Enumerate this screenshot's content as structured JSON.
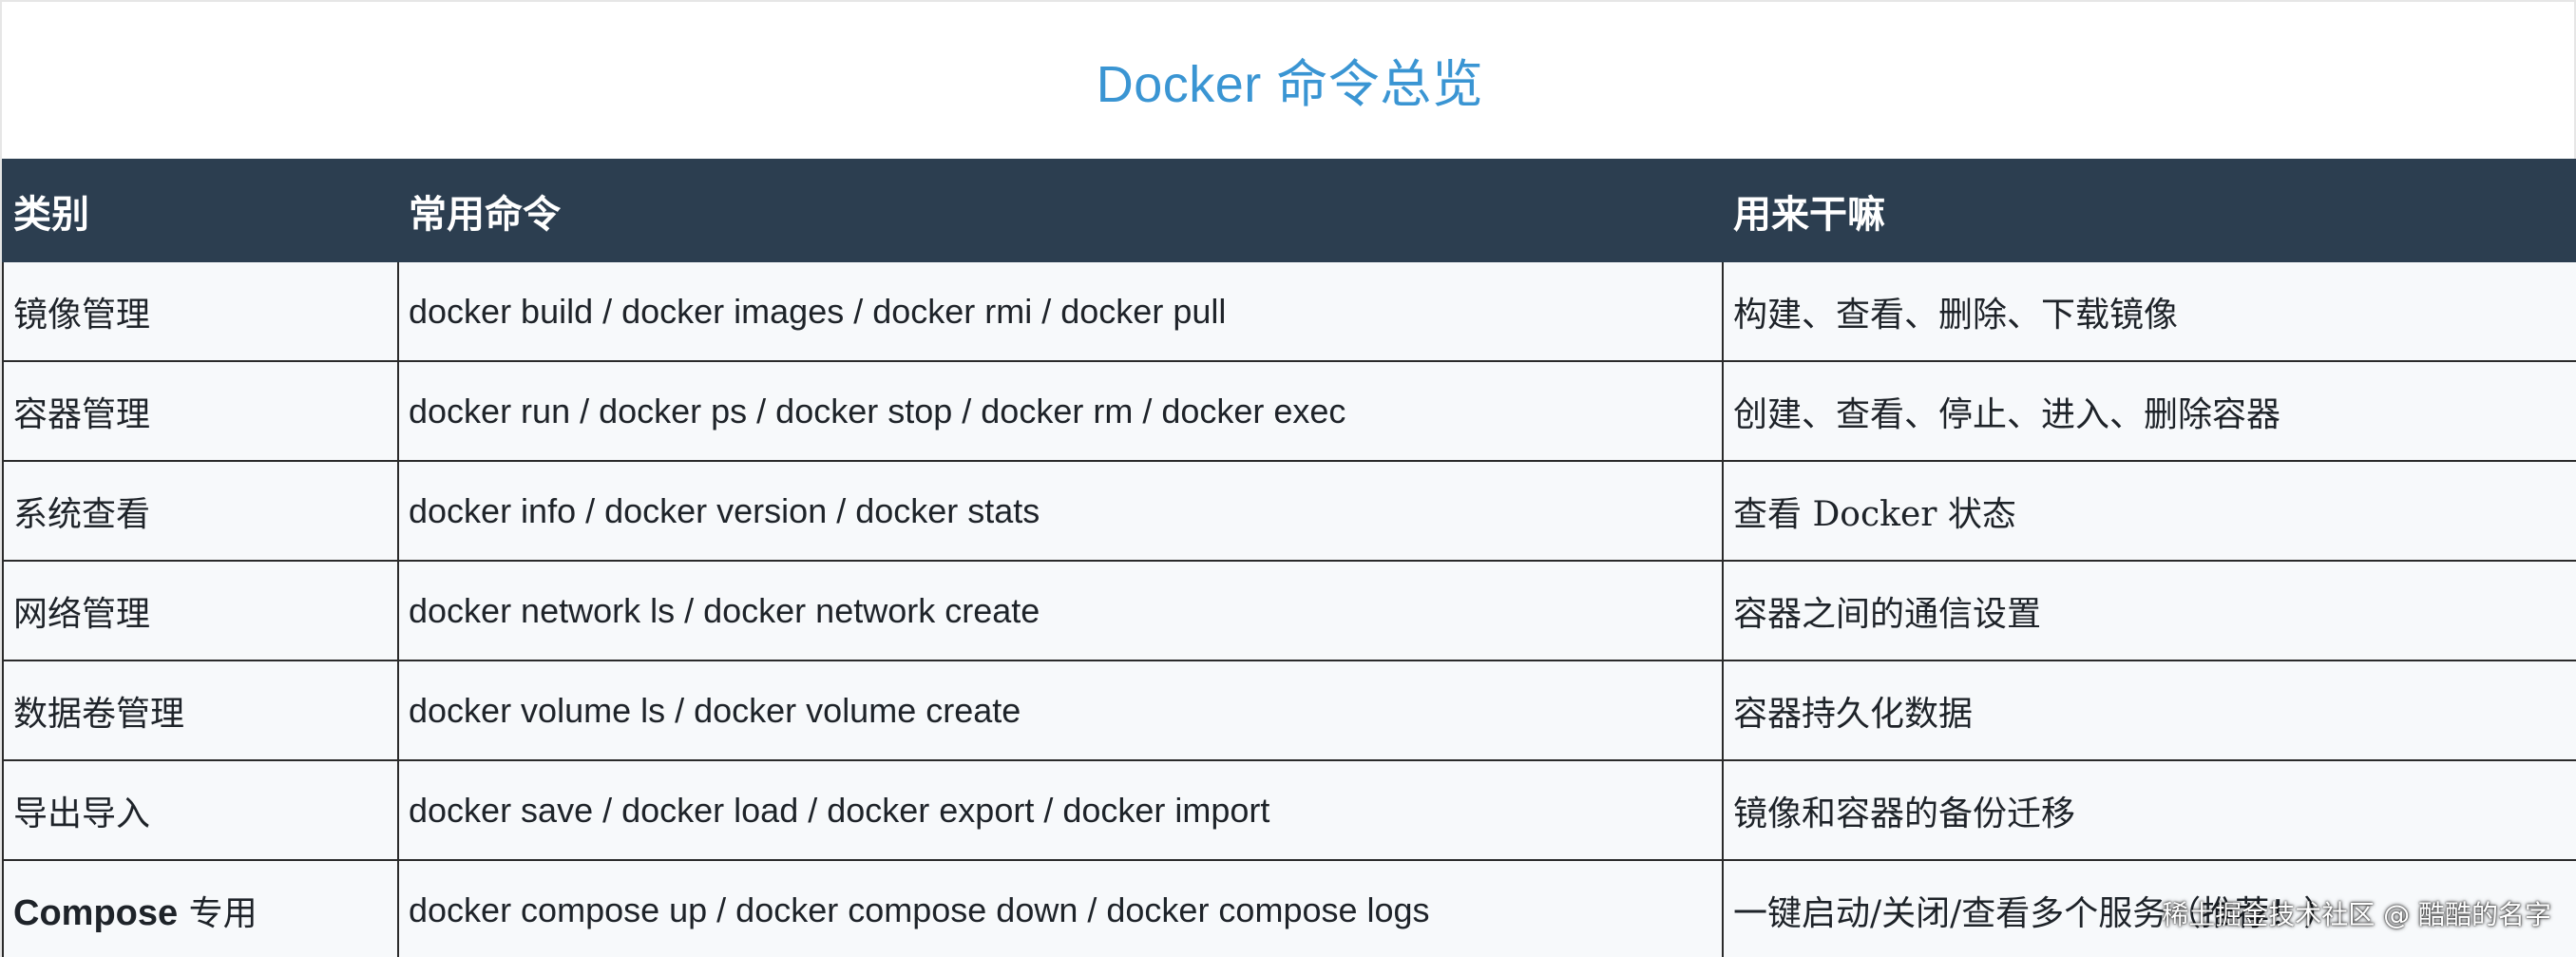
{
  "document": {
    "title": "Docker 命令总览",
    "title_color": "#3a95d3",
    "header_bg": "#2c3e50"
  },
  "table": {
    "headers": [
      "类别",
      "常用命令",
      "用来干嘛"
    ],
    "rows": [
      {
        "category": "镜像管理",
        "commands": "docker build / docker images / docker rmi / docker pull",
        "purpose": "构建、查看、删除、下载镜像"
      },
      {
        "category": "容器管理",
        "commands": "docker run / docker ps / docker stop / docker rm / docker exec",
        "purpose": "创建、查看、停止、进入、删除容器"
      },
      {
        "category": "系统查看",
        "commands": "docker info / docker version / docker stats",
        "purpose": "查看 Docker 状态"
      },
      {
        "category": "网络管理",
        "commands": "docker network ls / docker network create",
        "purpose": "容器之间的通信设置"
      },
      {
        "category": "数据卷管理",
        "commands": "docker volume ls / docker volume create",
        "purpose": "容器持久化数据"
      },
      {
        "category": "导出导入",
        "commands": "docker save / docker load / docker export / docker import",
        "purpose": "镜像和容器的备份迁移"
      },
      {
        "category_en": "Compose",
        "category_zh": " 专用",
        "commands": "docker compose up / docker compose down / docker compose logs",
        "purpose": "一键启动/关闭/查看多个服务（推荐！）"
      }
    ]
  },
  "watermark": "稀土掘金技术社区 @ 酷酷的名字"
}
